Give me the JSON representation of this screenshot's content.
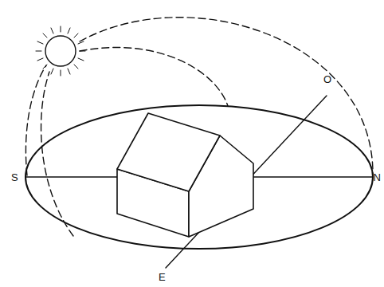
{
  "diagram": {
    "labels": [
      "S",
      "O",
      "N",
      "E"
    ]
  }
}
